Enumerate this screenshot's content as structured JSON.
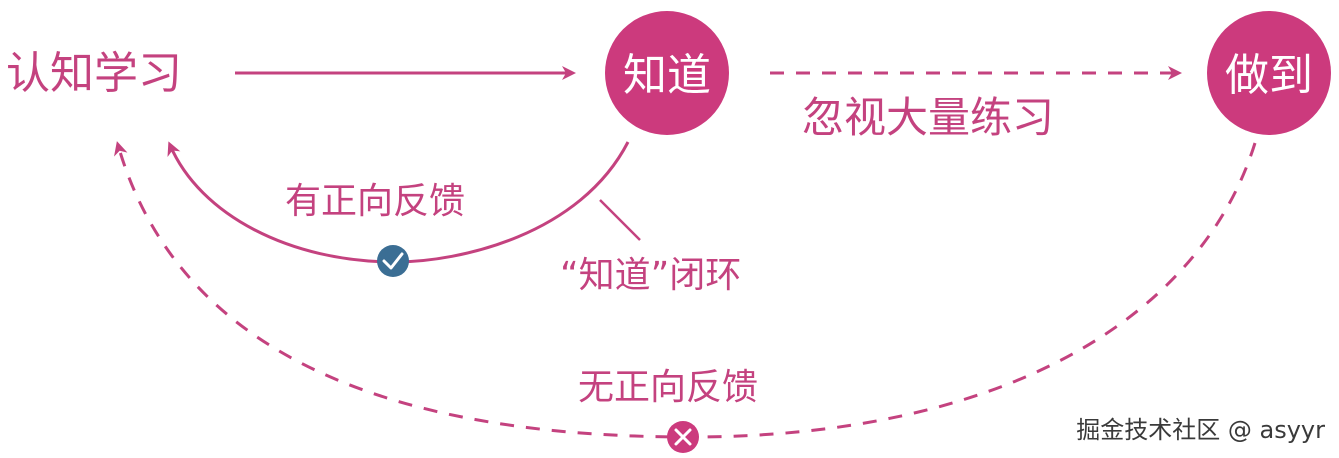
{
  "colors": {
    "accent": "#c4427f",
    "node_fill": "#cc3a7d",
    "check_badge": "#3b6e94",
    "cross_badge": "#cc3a7d",
    "watermark": "#3a3a3a"
  },
  "nodes": {
    "start": "认知学习",
    "know": "知道",
    "do": "做到"
  },
  "labels": {
    "practice": "忽视大量练习",
    "positive_feedback": "有正向反馈",
    "loop": "“知道”闭环",
    "no_positive_feedback": "无正向反馈"
  },
  "badges": {
    "positive": "check-icon",
    "negative": "cross-icon"
  },
  "watermark": "掘金技术社区 @ asyyr"
}
